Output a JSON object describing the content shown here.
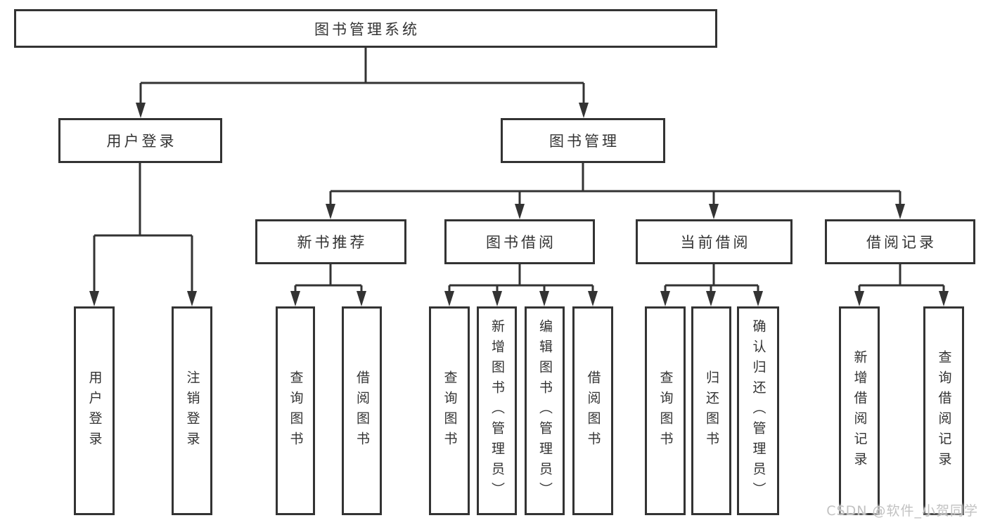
{
  "colors": {
    "line": "#333333",
    "text": "#333333",
    "background": "#ffffff",
    "watermark": "#c2c2c2"
  },
  "diagram": {
    "root": {
      "label": "图书管理系统"
    },
    "branches": [
      {
        "label": "用户登录",
        "children": [
          {
            "label": "用户登录"
          },
          {
            "label": "注销登录"
          }
        ]
      },
      {
        "label": "图书管理",
        "children": [
          {
            "label": "新书推荐",
            "children": [
              {
                "label": "查询图书"
              },
              {
                "label": "借阅图书"
              }
            ]
          },
          {
            "label": "图书借阅",
            "children": [
              {
                "label": "查询图书"
              },
              {
                "label": "新增图书（管理员）"
              },
              {
                "label": "编辑图书（管理员）"
              },
              {
                "label": "借阅图书"
              }
            ]
          },
          {
            "label": "当前借阅",
            "children": [
              {
                "label": "查询图书"
              },
              {
                "label": "归还图书"
              },
              {
                "label": "确认归还（管理员）"
              }
            ]
          },
          {
            "label": "借阅记录",
            "children": [
              {
                "label": "新增借阅记录"
              },
              {
                "label": "查询借阅记录"
              }
            ]
          }
        ]
      }
    ]
  },
  "watermark": {
    "text": "CSDN @软件_小贺同学"
  }
}
